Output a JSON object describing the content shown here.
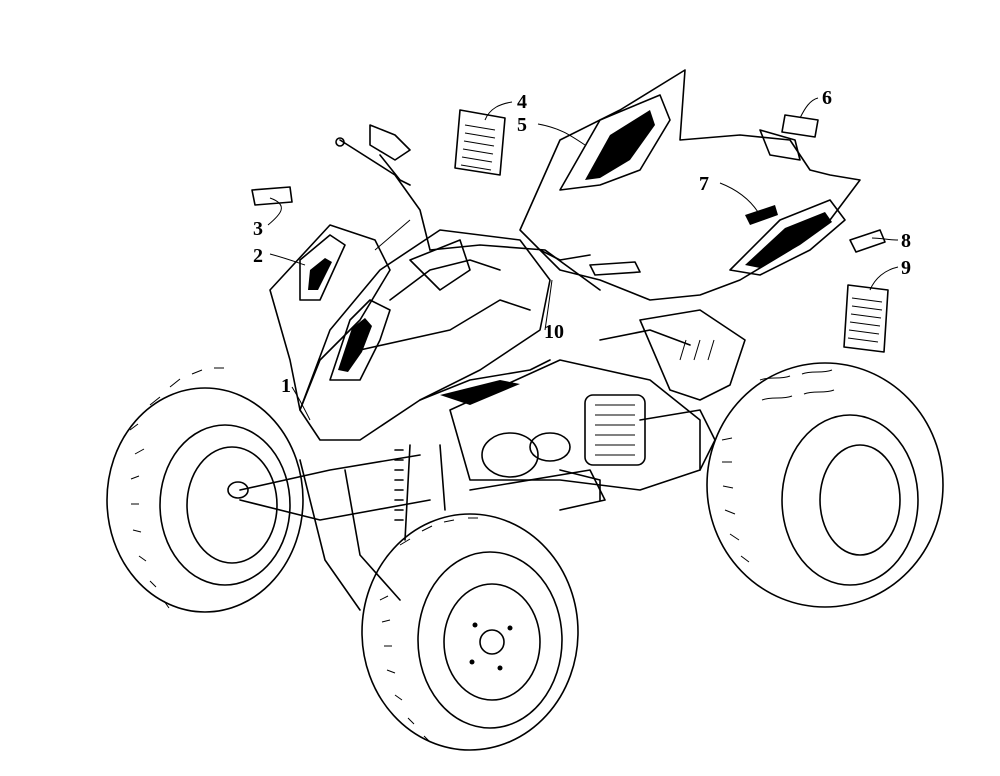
{
  "callouts": [
    {
      "id": "1",
      "label": "1"
    },
    {
      "id": "2",
      "label": "2"
    },
    {
      "id": "3",
      "label": "3"
    },
    {
      "id": "4",
      "label": "4"
    },
    {
      "id": "5",
      "label": "5"
    },
    {
      "id": "6",
      "label": "6"
    },
    {
      "id": "7",
      "label": "7"
    },
    {
      "id": "8",
      "label": "8"
    },
    {
      "id": "9",
      "label": "9"
    },
    {
      "id": "10",
      "label": "10"
    }
  ],
  "colors": {
    "ink": "#000000",
    "background": "#ffffff"
  },
  "icons": {
    "vehicle": "atv-exploded-view-icon",
    "decal": "decal-icon",
    "warning_label": "warning-label-icon"
  }
}
